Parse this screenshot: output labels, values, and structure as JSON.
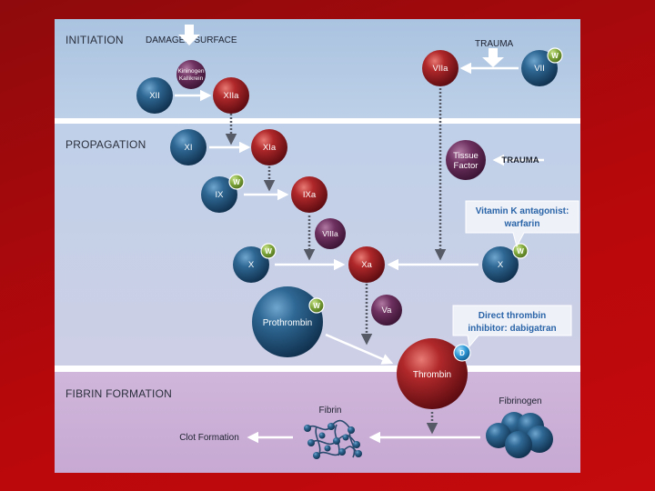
{
  "sections": {
    "initiation": "INITIATION",
    "propagation": "PROPAGATION",
    "fibrin_formation": "FIBRIN FORMATION"
  },
  "triggers": {
    "damaged_surface": "DAMAGED SURFACE",
    "trauma_top": "TRAUMA",
    "trauma_mid": "TRAUMA"
  },
  "factors": {
    "xii": "XII",
    "kininogen_line1": "Kininogen",
    "kininogen_line2": "Kallikrein",
    "xiia": "XIIa",
    "viia": "VIIa",
    "vii": "VII",
    "xi": "XI",
    "xia": "XIa",
    "tissue_factor_line1": "Tissue",
    "tissue_factor_line2": "Factor",
    "ix": "IX",
    "ixa": "IXa",
    "viiia": "VIIIa",
    "x_left": "X",
    "xa": "Xa",
    "x_right": "X",
    "va": "Va",
    "prothrombin": "Prothrombin",
    "thrombin": "Thrombin"
  },
  "badges": {
    "warfarin": "W",
    "dabigatran": "D"
  },
  "callouts": {
    "warfarin_line1": "Vitamin K antagonist:",
    "warfarin_line2": "warfarin",
    "dabigatran_line1": "Direct thrombin",
    "dabigatran_line2": "inhibitor: dabigatran"
  },
  "fibrin_stage": {
    "fibrin": "Fibrin",
    "fibrinogen": "Fibrinogen",
    "clot_formation": "Clot Formation"
  },
  "colors": {
    "initiation_bg": "#b5cbe3",
    "propagation_bg": "#c9d1e8",
    "fibrin_bg": "#cfb3d9",
    "blue_sphere": "#22577f",
    "red_sphere": "#a41e22",
    "purple_sphere": "#6b2f5c",
    "warfarin_badge": "#7ea63a",
    "dabigatran_badge": "#2f9ad8",
    "callout_text": "#2a64a8"
  }
}
